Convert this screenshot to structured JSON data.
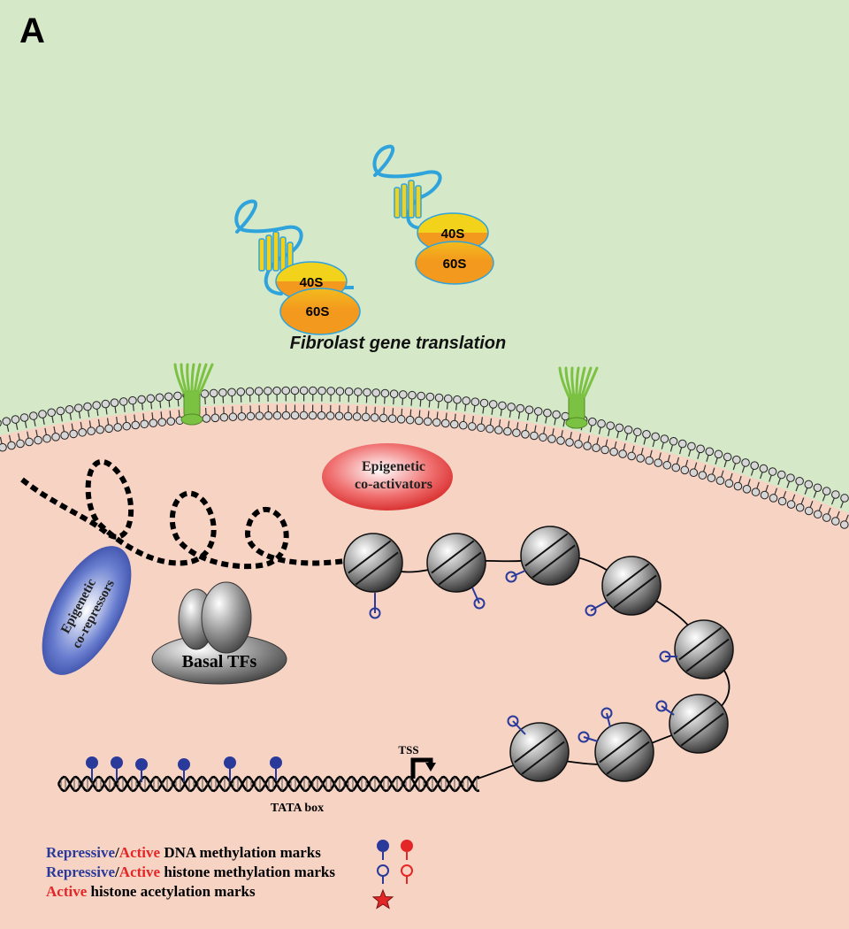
{
  "panel_label": "A",
  "colors": {
    "cytoplasm": "#d5e8c8",
    "nucleus": "#f7d3c4",
    "mrna": "#2ea3dc",
    "ribosome_small": "#f2d21b",
    "ribosome_large": "#f39a1e",
    "repressive": "#2a3a9a",
    "active": "#e32626",
    "receptor": "#7cc242"
  },
  "translation": {
    "caption": "Fibrolast gene translation",
    "ribosomes": [
      {
        "small_subunit": "40S",
        "large_subunit": "60S"
      },
      {
        "small_subunit": "40S",
        "large_subunit": "60S"
      }
    ]
  },
  "nucleus": {
    "coactivators_label_line1": "Epigenetic",
    "coactivators_label_line2": "co-activators",
    "corepressors_label_line1": "Epigenetic",
    "corepressors_label_line2": "co-repressors",
    "basal_tfs_label": "Basal TFs",
    "tss_label": "TSS",
    "tata_box_label": "TATA box"
  },
  "legend": [
    {
      "repressive_word": "Repressive",
      "separator": "/",
      "active_word": "Active",
      "rest": " DNA methylation marks",
      "icon": "dna-methylation-icon"
    },
    {
      "repressive_word": "Repressive",
      "separator": "/",
      "active_word": "Active",
      "rest": " histone methylation marks",
      "icon": "histone-methylation-icon"
    },
    {
      "active_word": "Active",
      "rest": " histone acetylation marks",
      "icon": "acetylation-star-icon"
    }
  ]
}
